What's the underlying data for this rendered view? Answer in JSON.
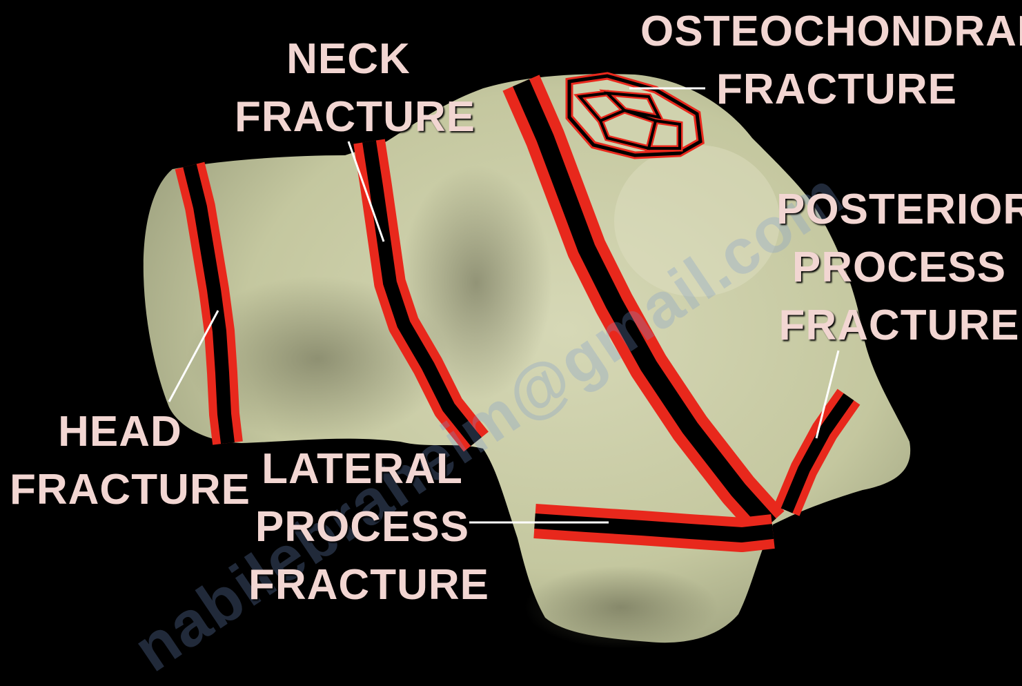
{
  "labels": {
    "osteochondral": {
      "line1": "OSTEOCHONDRAL",
      "line2": "FRACTURE"
    },
    "neck": {
      "line1": "NECK",
      "line2": "FRACTURE"
    },
    "posterior": {
      "line1": "POSTERIOR",
      "line2": "PROCESS",
      "line3": "FRACTURE"
    },
    "head": {
      "line1": "HEAD",
      "line2": "FRACTURE"
    },
    "lateral": {
      "line1": "LATERAL",
      "line2": "PROCESS",
      "line3": "FRACTURE"
    }
  },
  "watermark": "nabilebraheim@gmail.com",
  "colors": {
    "background": "#000000",
    "bone": "#c9cca6",
    "fracture_line": "#000000",
    "fracture_edge": "#e8281c",
    "label_text": "#f2d6d2",
    "leader_line": "#ffffff"
  }
}
